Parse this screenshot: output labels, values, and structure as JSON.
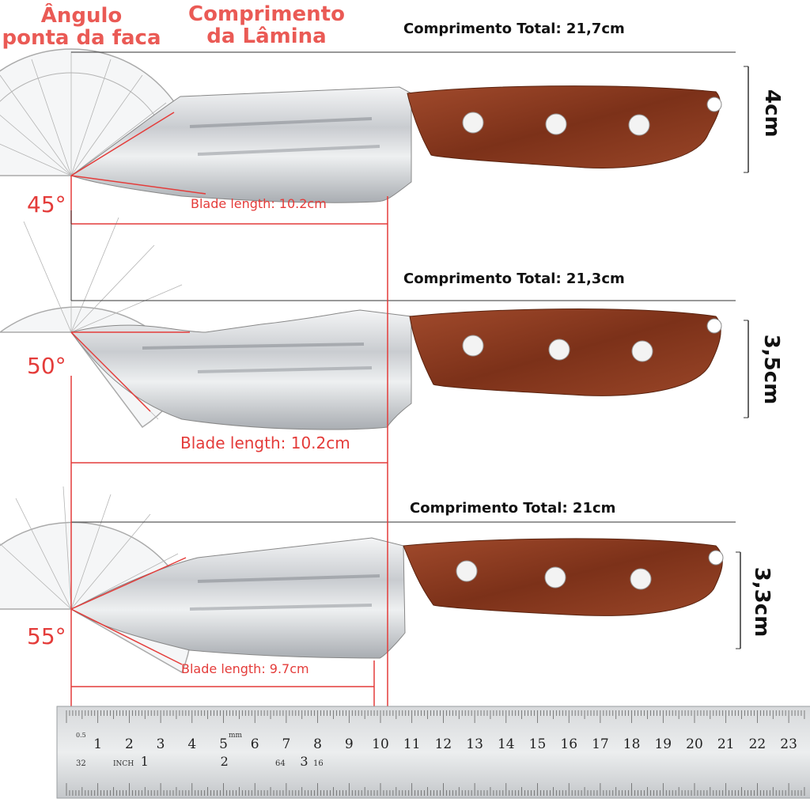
{
  "headers": {
    "angle": "Ângulo ponta da faca",
    "angle_line1": "Ângulo",
    "angle_line2": "ponta da faca",
    "blade": "Comprimento da Lâmina",
    "blade_line1": "Comprimento",
    "blade_line2": "da Lâmina"
  },
  "knives": [
    {
      "total_length": "Comprimento Total: 21,7cm",
      "angle": "45°",
      "blade_length": "Blade length: 10.2cm",
      "width": "4cm"
    },
    {
      "total_length": "Comprimento Total: 21,3cm",
      "angle": "50°",
      "blade_length": "Blade length: 10.2cm",
      "width": "3,5cm"
    },
    {
      "total_length": "Comprimento Total: 21cm",
      "angle": "55°",
      "blade_length": "Blade length: 9.7cm",
      "width": "3,3cm"
    }
  ],
  "ruler": {
    "cm_labels": [
      "1",
      "2",
      "3",
      "4",
      "5",
      "6",
      "7",
      "8",
      "9",
      "10",
      "11",
      "12",
      "13",
      "14",
      "15",
      "16",
      "17",
      "18",
      "19",
      "20",
      "21",
      "22",
      "23"
    ],
    "inch_labels": [
      "1",
      "2",
      "3"
    ],
    "unit_mm": "mm",
    "unit_inch": "INCH",
    "small_left": "0.5",
    "marks": [
      "32",
      "64",
      "16"
    ]
  },
  "colors": {
    "accent_red": "#e43c3a",
    "header_red": "#ea5a55",
    "wood": "#8b3a22",
    "steel": "#d8dadc"
  }
}
